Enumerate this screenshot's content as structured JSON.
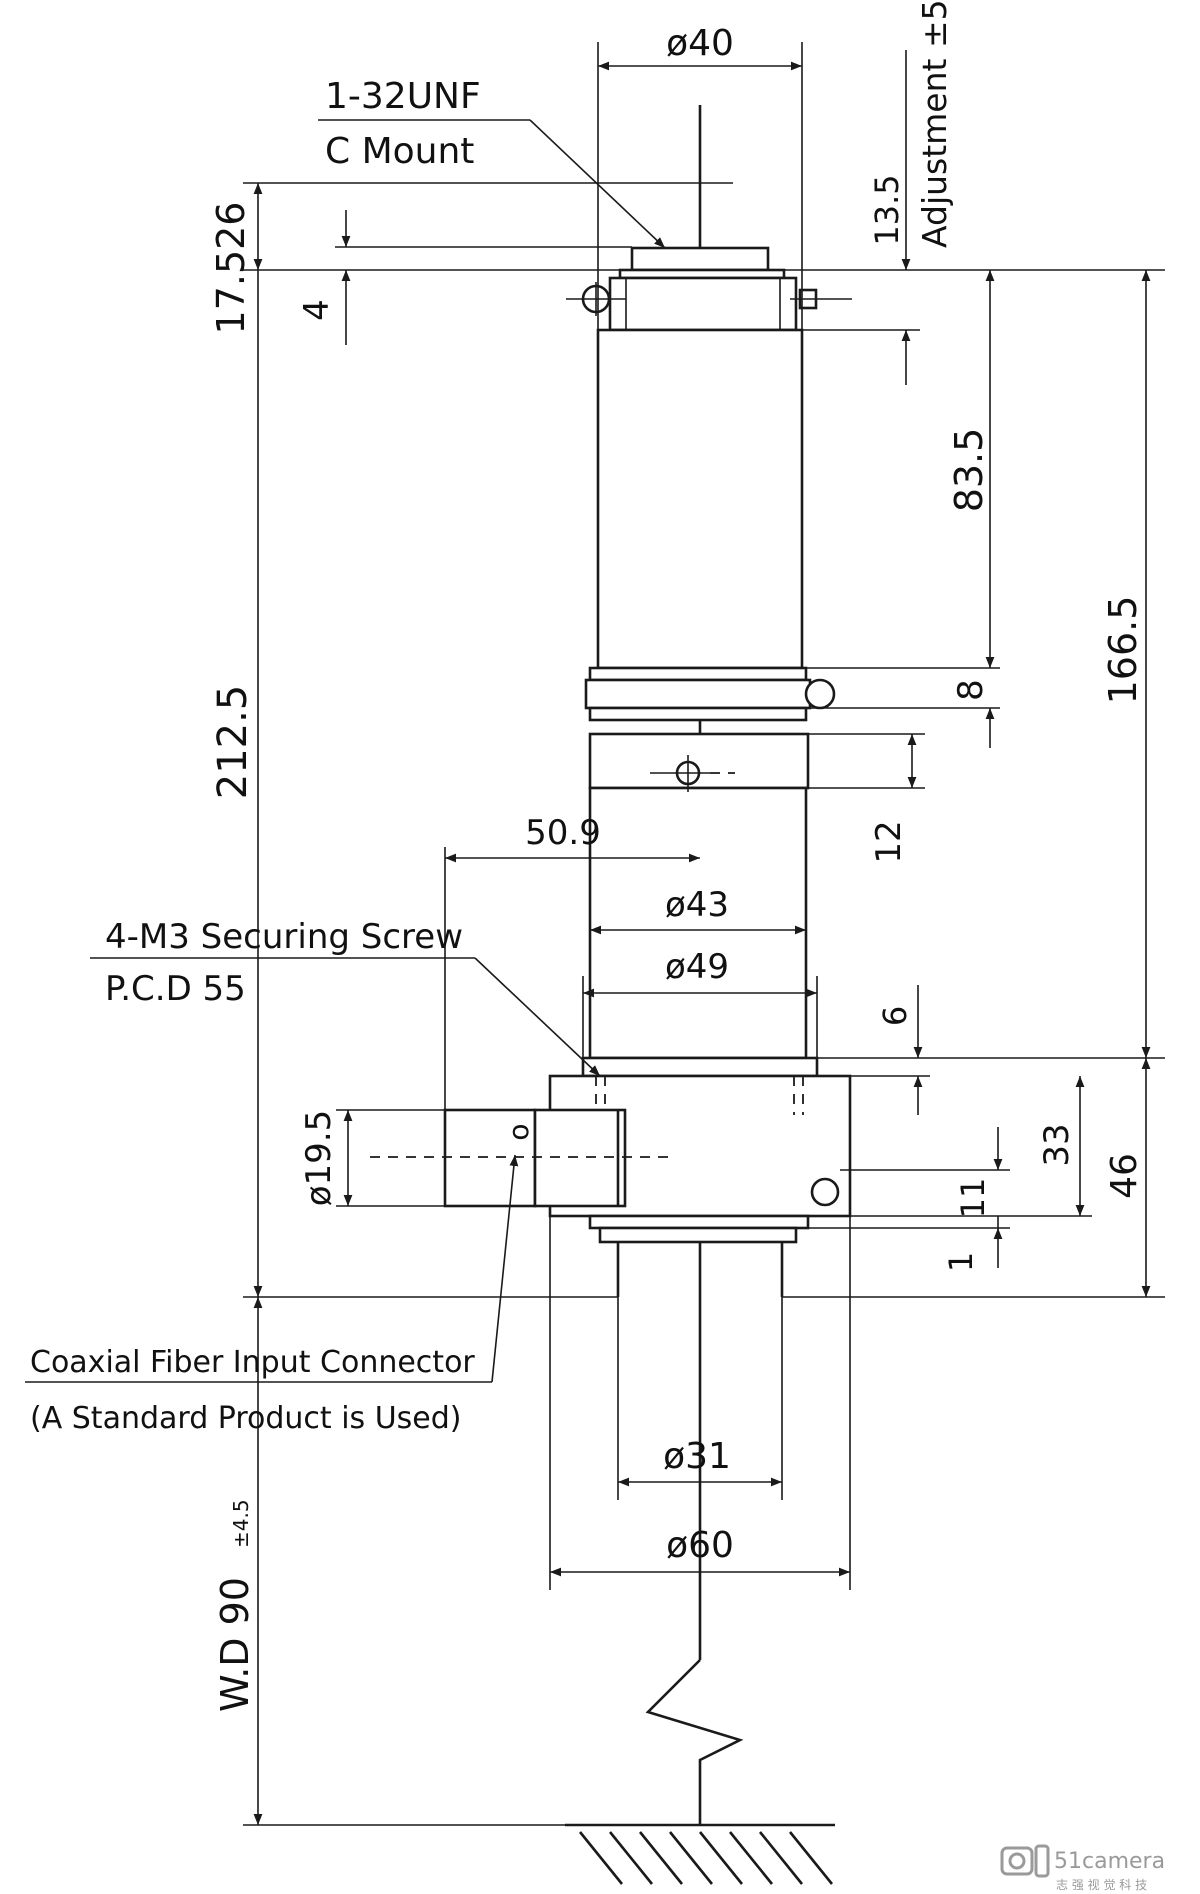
{
  "labels": {
    "mount_thread": "1-32UNF",
    "mount_type": "C Mount",
    "screw_line1": "4-M3 Securing Screw",
    "screw_line2": "P.C.D 55",
    "fiber_line1": "Coaxial Fiber Input Connector",
    "fiber_line2": "(A Standard Product is Used)",
    "adjustment": "Adjustment ±5",
    "working_distance": "W.D 90",
    "working_distance_tol": "±4.5"
  },
  "dimensions": {
    "d40": "ø40",
    "d43": "ø43",
    "d49": "ø49",
    "d31": "ø31",
    "d60": "ø60",
    "d195": "ø19.5",
    "len_17526": "17.526",
    "len_4": "4",
    "len_135": "13.5",
    "len_835": "83.5",
    "len_1665": "166.5",
    "len_8": "8",
    "len_12": "12",
    "len_2125": "212.5",
    "len_509": "50.9",
    "len_6": "6",
    "len_33": "33",
    "len_46": "46",
    "len_11": "11",
    "len_1": "1",
    "small_o": "o"
  },
  "watermark": {
    "brand": "51camera",
    "sub": "志 强 视 觉 科 技"
  }
}
